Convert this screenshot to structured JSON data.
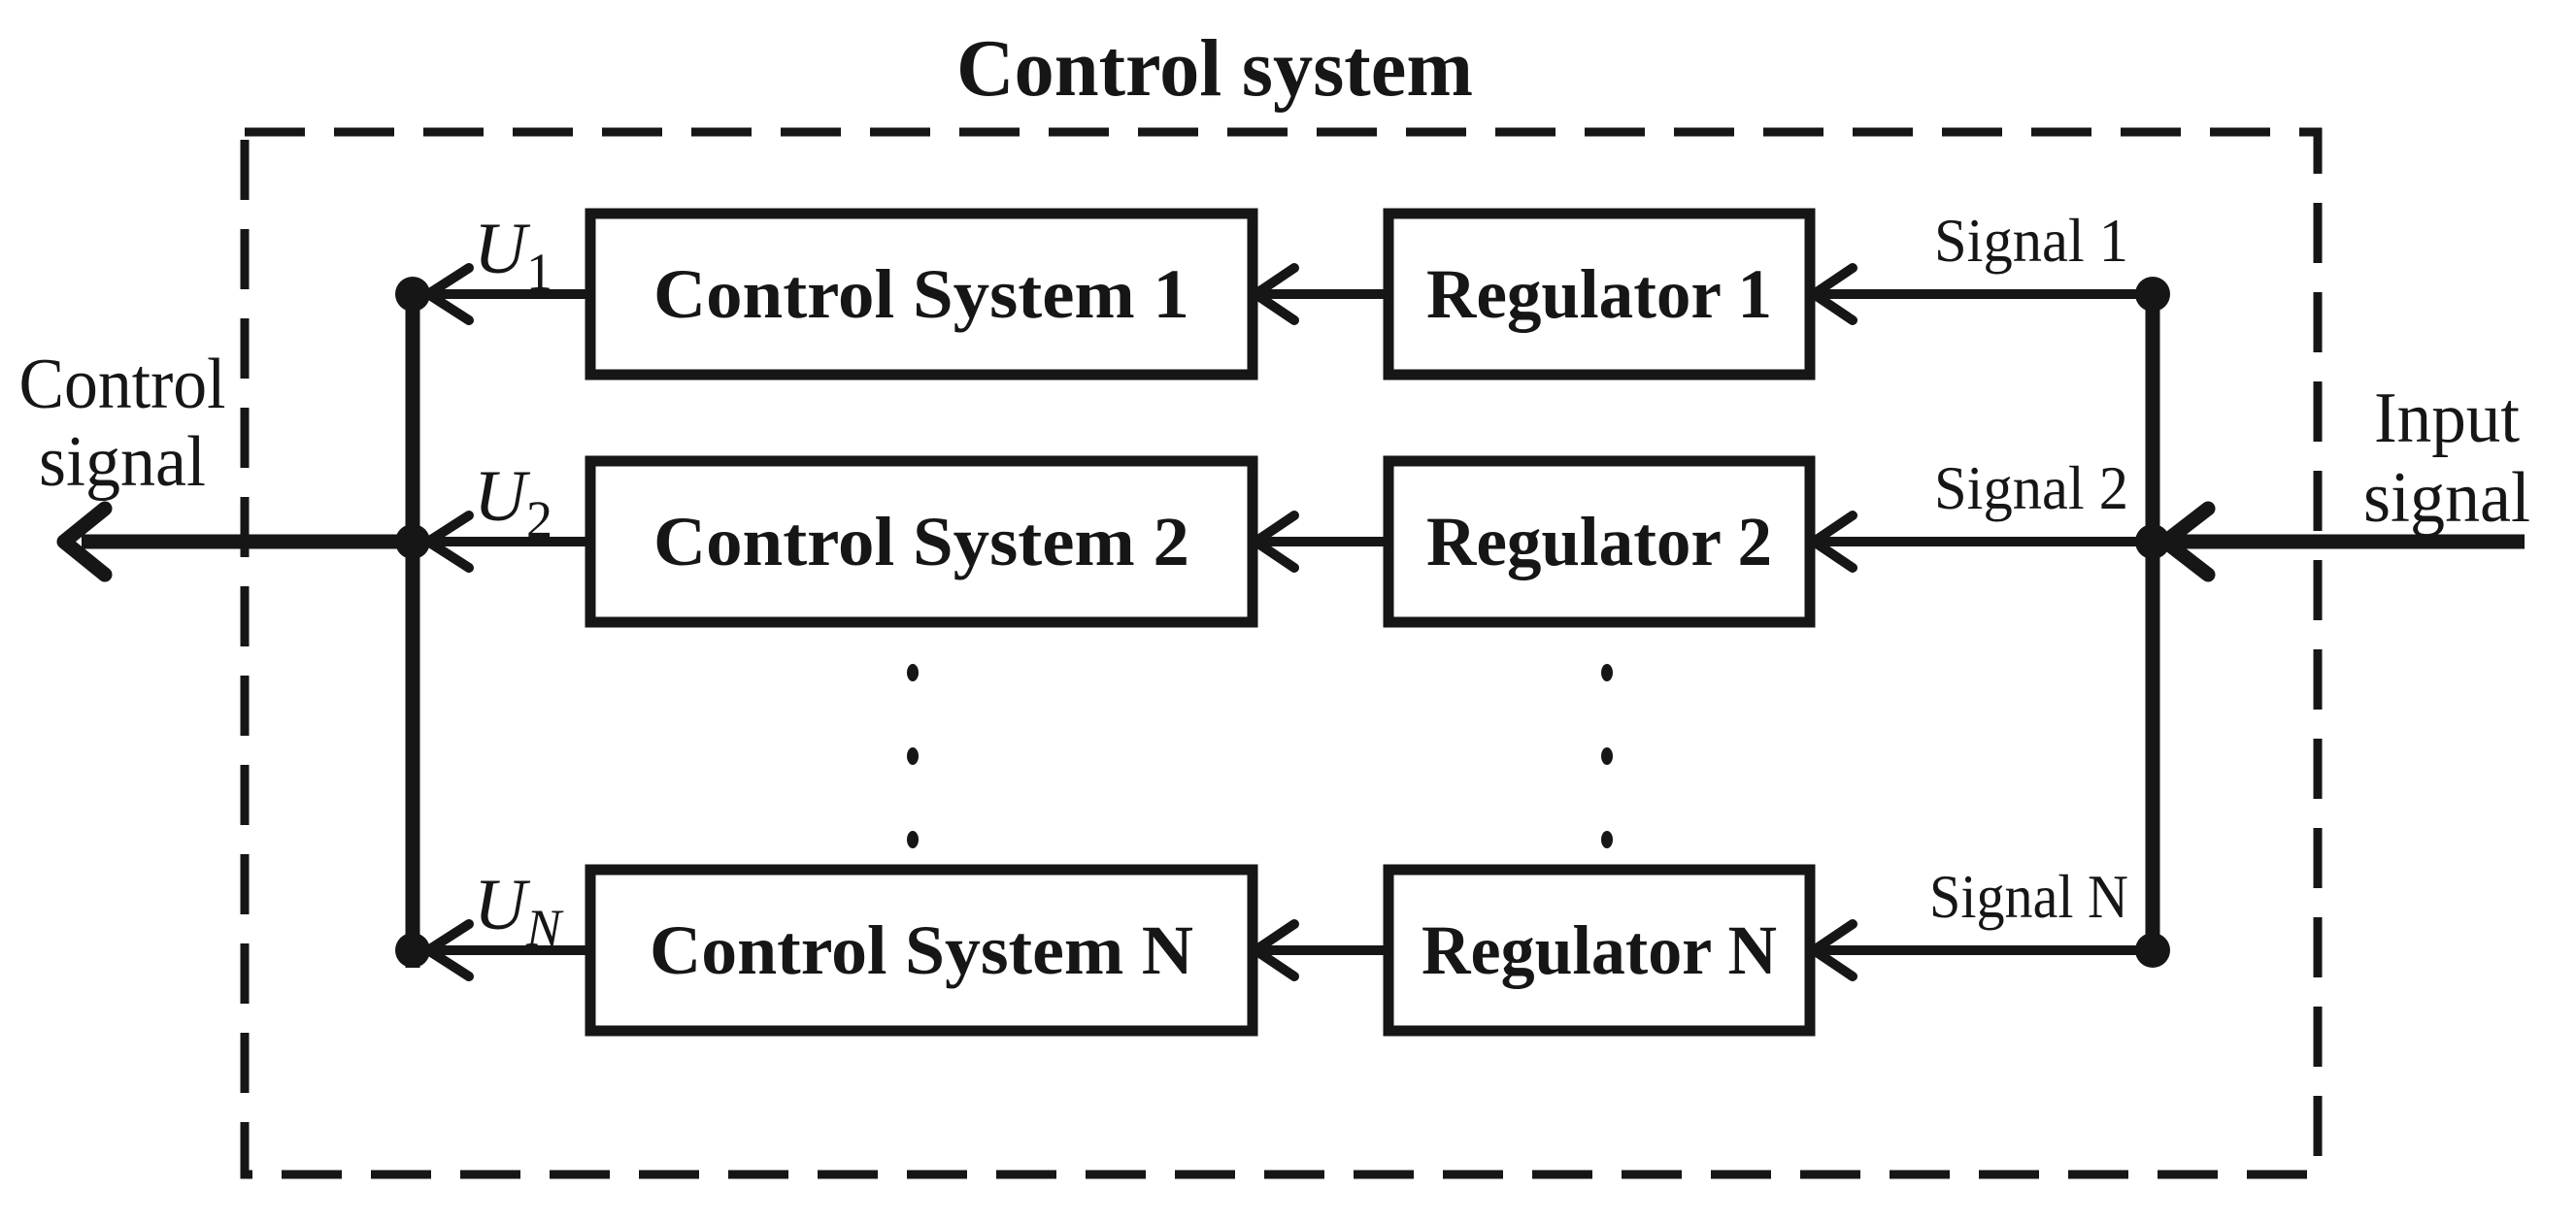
{
  "title": "Control system",
  "colors": {
    "ink": "#161616",
    "background": "#ffffff"
  },
  "left_output": {
    "line1": "Control",
    "line2": "signal"
  },
  "right_input": {
    "line1": "Input",
    "line2": "signal"
  },
  "rows": [
    {
      "control": "Control System 1",
      "regulator": "Regulator 1",
      "u": "U",
      "u_sub": "1",
      "signal": "Signal 1"
    },
    {
      "control": "Control System 2",
      "regulator": "Regulator 2",
      "u": "U",
      "u_sub": "2",
      "signal": "Signal 2"
    },
    {
      "control": "Control System N",
      "regulator": "Regulator N",
      "u": "U",
      "u_sub": "N",
      "signal": "Signal N"
    }
  ]
}
